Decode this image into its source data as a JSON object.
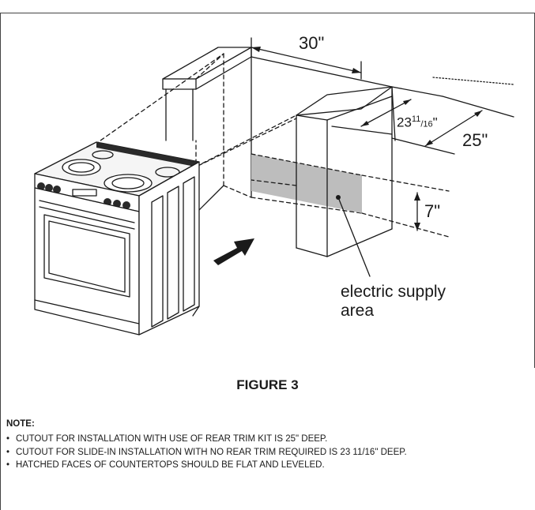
{
  "figure": {
    "title": "FIGURE 3",
    "dimensions": {
      "width_30": "30\"",
      "depth_23_whole": "23",
      "depth_23_frac_num": "11",
      "depth_23_frac_den": "/16",
      "depth_23_inch": "\"",
      "depth_25": "25\"",
      "height_7": "7\""
    },
    "callout": {
      "line1": "electric supply",
      "line2": "area"
    }
  },
  "note": {
    "title": "NOTE:",
    "items": [
      "CUTOUT FOR INSTALLATION WITH USE OF REAR TRIM KIT IS 25\" DEEP.",
      "CUTOUT FOR SLIDE-IN INSTALLATION WITH NO REAR TRIM REQUIRED IS 23 11/16\" DEEP.",
      "HATCHED FACES OF COUNTERTOPS SHOULD BE FLAT AND LEVELED."
    ]
  },
  "colors": {
    "line": "#1a1a1a",
    "supply_area_fill": "#bdbdbd",
    "appliance_dark": "#2a2a2a"
  }
}
